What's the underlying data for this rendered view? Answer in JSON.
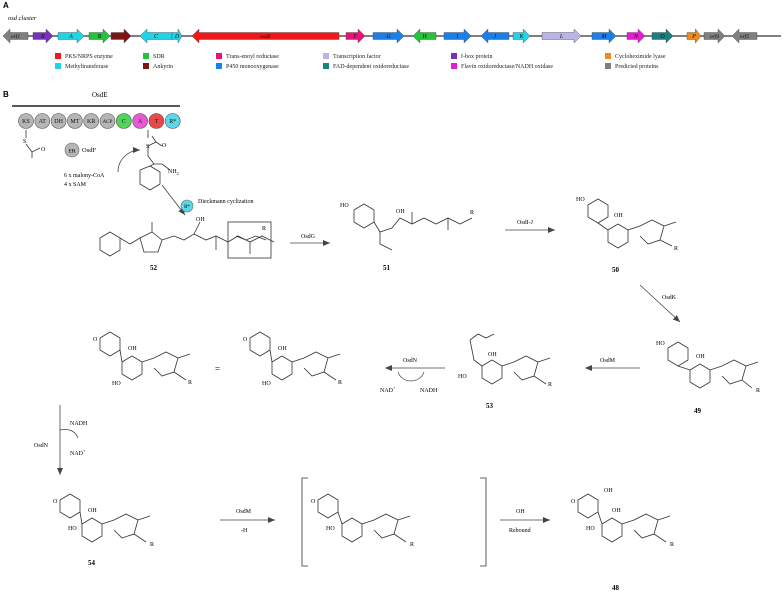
{
  "panel_a": {
    "label": "A",
    "cluster_title": "osd cluster",
    "genes": [
      {
        "label": "orf1",
        "color": "#7f7f7f",
        "dir": "left"
      },
      {
        "label": "R",
        "color": "#7b2fbf",
        "dir": "right"
      },
      {
        "label": "A",
        "color": "#22d3e8",
        "dir": "right"
      },
      {
        "label": "B",
        "color": "#22c43a",
        "dir": "right"
      },
      {
        "label": "",
        "color": "#7a1616",
        "dir": "right"
      },
      {
        "label": "C",
        "color": "#22d3e8",
        "dir": "left"
      },
      {
        "label": "D",
        "color": "#22d3e8",
        "dir": "right"
      },
      {
        "label": "osdE",
        "color": "#f01818",
        "dir": "left"
      },
      {
        "label": "F",
        "color": "#e8127a",
        "dir": "right"
      },
      {
        "label": "G",
        "color": "#1a7fe8",
        "dir": "right"
      },
      {
        "label": "H",
        "color": "#22c43a",
        "dir": "left"
      },
      {
        "label": "I",
        "color": "#1a7fe8",
        "dir": "right"
      },
      {
        "label": "J",
        "color": "#1a7fe8",
        "dir": "left"
      },
      {
        "label": "K",
        "color": "#22d3e8",
        "dir": "right"
      },
      {
        "label": "L",
        "color": "#b9b4ea",
        "dir": "right"
      },
      {
        "label": "M",
        "color": "#1a7fe8",
        "dir": "right"
      },
      {
        "label": "N",
        "color": "#e81ad4",
        "dir": "right"
      },
      {
        "label": "O",
        "color": "#1a8080",
        "dir": "right"
      },
      {
        "label": "P",
        "color": "#f28a1a",
        "dir": "right"
      },
      {
        "label": "orf4",
        "color": "#7f7f7f",
        "dir": "right"
      },
      {
        "label": "orf5",
        "color": "#7f7f7f",
        "dir": "left"
      }
    ],
    "legend": [
      {
        "label": "PKS/NRPS enzyme",
        "color": "#f01818"
      },
      {
        "label": "SDR",
        "color": "#22c43a"
      },
      {
        "label": "Trans-enoyl reductase",
        "color": "#e8127a"
      },
      {
        "label": "Transcription factor",
        "color": "#b9b4ea"
      },
      {
        "label": "f-box protein",
        "color": "#7b2fbf"
      },
      {
        "label": "Cycloheximide lyase",
        "color": "#f28a1a"
      },
      {
        "label": "Methyltransferase",
        "color": "#22d3e8"
      },
      {
        "label": "Ankyrin",
        "color": "#7a1616"
      },
      {
        "label": "P450 monooxygenase",
        "color": "#1a7fe8"
      },
      {
        "label": "FAD-dependent oxidoreductase",
        "color": "#1a8080"
      },
      {
        "label": "Flavin oxidoreductase/NADH oxidase",
        "color": "#e81ad4"
      },
      {
        "label": "Predicted proteins",
        "color": "#7f7f7f"
      }
    ]
  },
  "panel_b": {
    "label": "B",
    "enzyme_name": "OsdE",
    "domains": [
      {
        "label": "KS",
        "color": "#b5b5b5"
      },
      {
        "label": "AT",
        "color": "#b5b5b5"
      },
      {
        "label": "DH",
        "color": "#b5b5b5"
      },
      {
        "label": "MT",
        "color": "#b5b5b5"
      },
      {
        "label": "KR",
        "color": "#b5b5b5"
      },
      {
        "label": "ACP",
        "color": "#b5b5b5"
      },
      {
        "label": "C",
        "color": "#52d35a"
      },
      {
        "label": "A",
        "color": "#e85ad4"
      },
      {
        "label": "T",
        "color": "#e84a4a"
      },
      {
        "label": "R*",
        "color": "#5ad8e8"
      }
    ],
    "er_label": "ER",
    "osdf_label": "OsdF",
    "reagents_1": "6 x malony-CoA",
    "reagents_2": "4 x SAM",
    "nh2": "NH",
    "nh2_sub": "2",
    "r_star_label": "R*",
    "dieckmann_label": "Dieckmann cyclization",
    "r_label": "R",
    "oh_label": "OH",
    "ho_label": "HO",
    "osdg": "OsdG",
    "osdij": "OsdI-J",
    "osdk": "OsdK",
    "osdm": "OsdM",
    "osdn": "OsdN",
    "nad_plus": "NAD",
    "nadh": "NADH",
    "equals_sign": "=",
    "minus_h": "-H",
    "rebound_top": "OH",
    "rebound_bottom": "Rebound",
    "compounds": [
      "52",
      "51",
      "50",
      "49",
      "53",
      "54",
      "48"
    ]
  }
}
